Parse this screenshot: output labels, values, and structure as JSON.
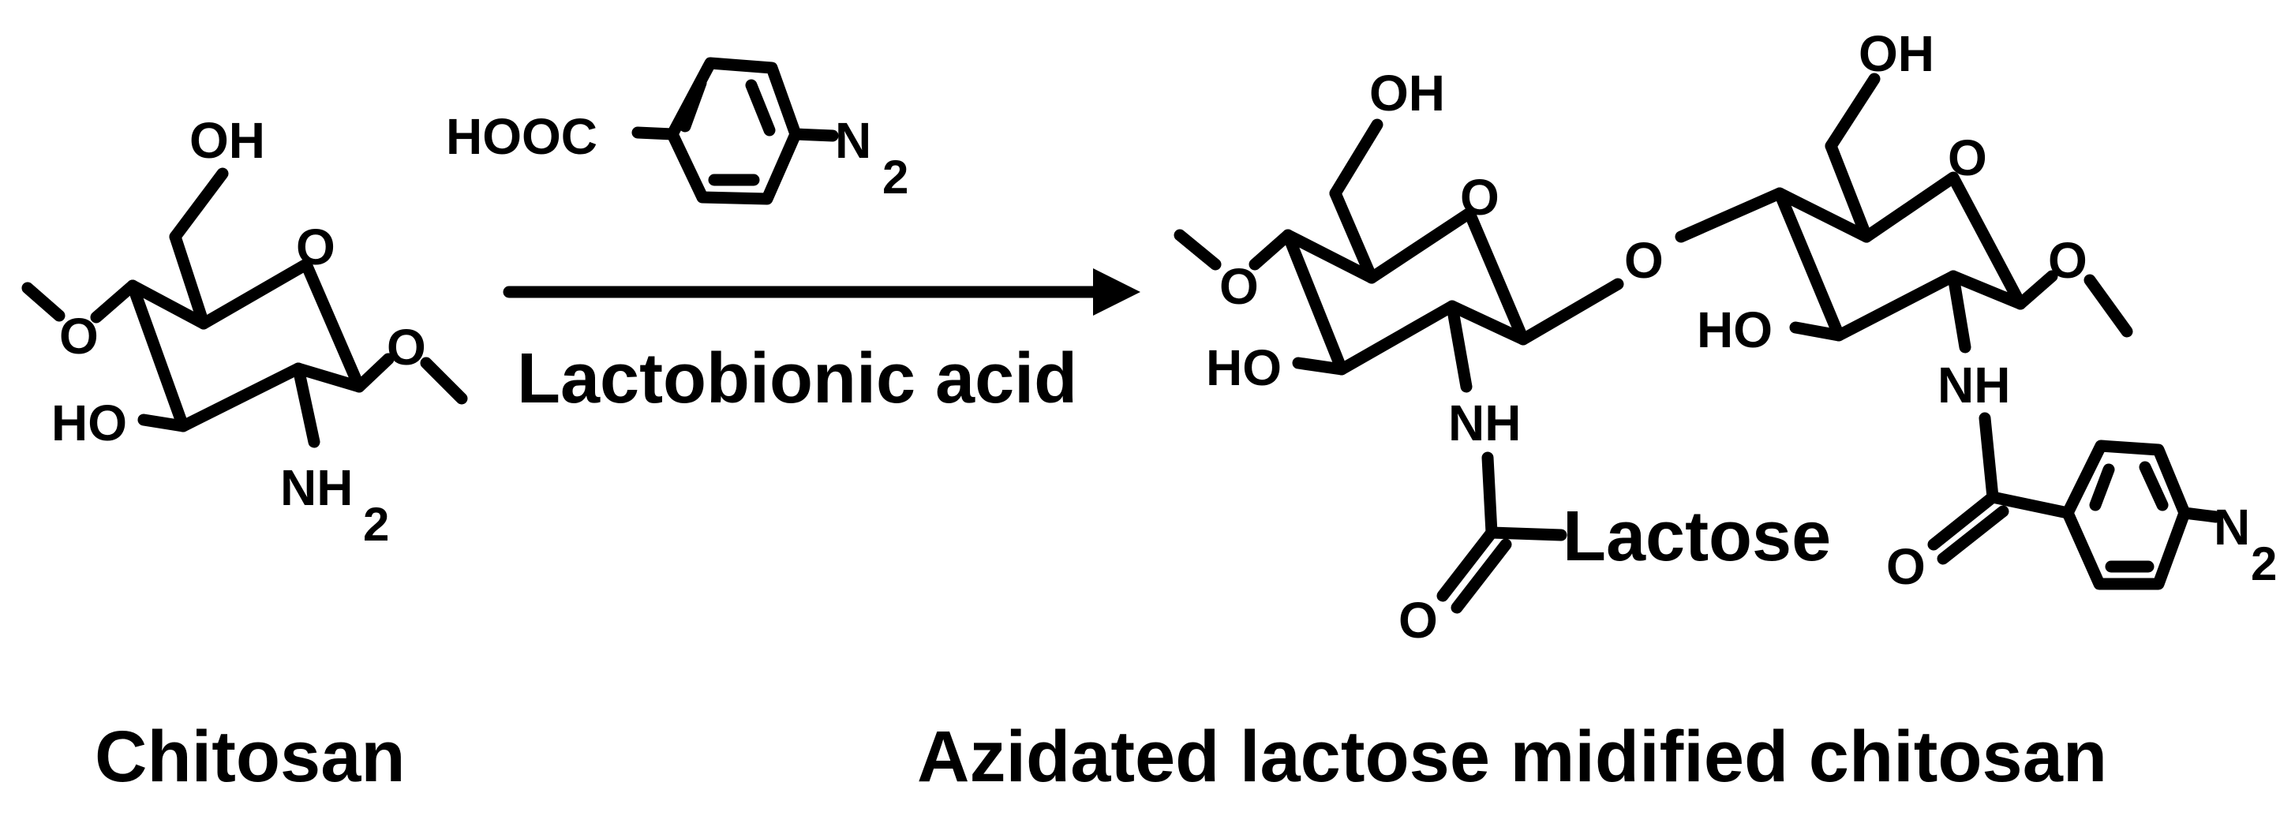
{
  "reagent": {
    "acid_group": "HOOC",
    "azide_label": "N",
    "azide_subscript": "2"
  },
  "reaction": {
    "reagent_name": "Lactobionic acid"
  },
  "chitosan": {
    "caption": "Chitosan",
    "hydroxymethyl": "OH",
    "ring_oxygen": "O",
    "linkage_oxygen_left": "O",
    "linkage_oxygen_right": "O",
    "hydroxyl": "HO",
    "amine": "NH",
    "amine_subscript": "2"
  },
  "product": {
    "caption": "Azidated lactose midified chitosan",
    "unit1": {
      "hydroxymethyl": "OH",
      "ring_oxygen": "O",
      "linkage_oxygen": "O",
      "hydroxyl": "HO",
      "amide_nh": "NH",
      "carbonyl_oxygen": "O",
      "substituent": "Lactose"
    },
    "glycosidic_oxygen": "O",
    "unit2": {
      "hydroxymethyl": "OH",
      "ring_oxygen": "O",
      "linkage_oxygen": "O",
      "hydroxyl": "HO",
      "amide_nh": "NH",
      "carbonyl_oxygen": "O",
      "azide_label": "N",
      "azide_subscript": "2"
    }
  }
}
